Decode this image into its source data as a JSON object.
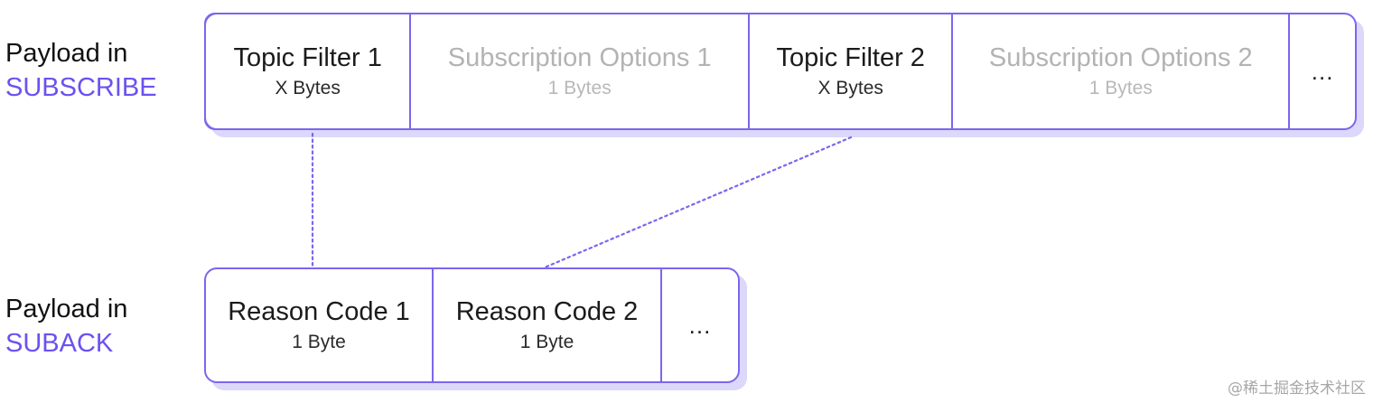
{
  "subscribe": {
    "label_line1": "Payload in",
    "label_keyword": "SUBSCRIBE",
    "cells": [
      {
        "title": "Topic Filter 1",
        "size": "X Bytes"
      },
      {
        "title": "Subscription Options 1",
        "size": "1 Bytes"
      },
      {
        "title": "Topic Filter 2",
        "size": "X Bytes"
      },
      {
        "title": "Subscription Options 2",
        "size": "1 Bytes"
      },
      {
        "title": "..."
      }
    ]
  },
  "suback": {
    "label_line1": "Payload in",
    "label_keyword": "SUBACK",
    "cells": [
      {
        "title": "Reason Code 1",
        "size": "1 Byte"
      },
      {
        "title": "Reason Code 2",
        "size": "1 Byte"
      },
      {
        "title": "..."
      }
    ]
  },
  "colors": {
    "accent": "#6a52f0",
    "border": "#7b66ef",
    "shadow": "#dcd8fb",
    "faded_text": "#b3b3b3"
  },
  "watermark": "@稀土掘金技术社区"
}
